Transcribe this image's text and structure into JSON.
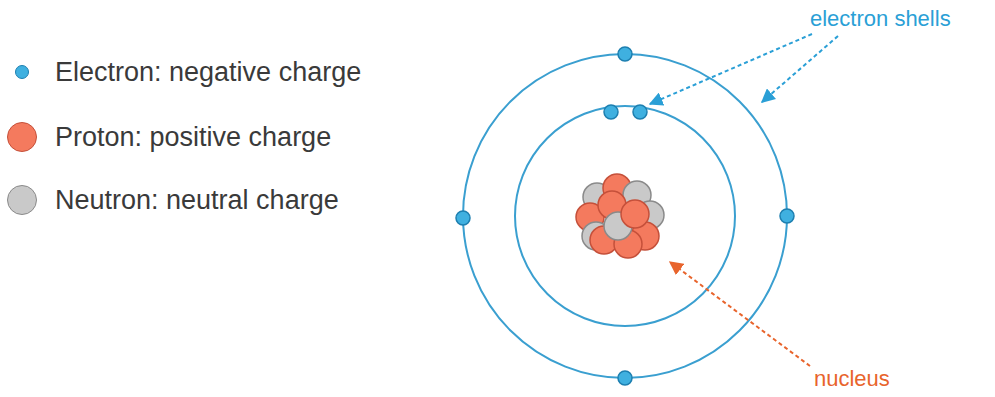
{
  "diagram": {
    "labels": [
      "electron shells",
      "nucleus"
    ],
    "legend": [
      {
        "text": "Electron: negative charge",
        "color": "#3fb0e0"
      },
      {
        "text": "Proton: positive charge",
        "color": "#f47a5e"
      },
      {
        "text": "Neutron: neutral charge",
        "color": "#c9c9c9"
      }
    ]
  }
}
